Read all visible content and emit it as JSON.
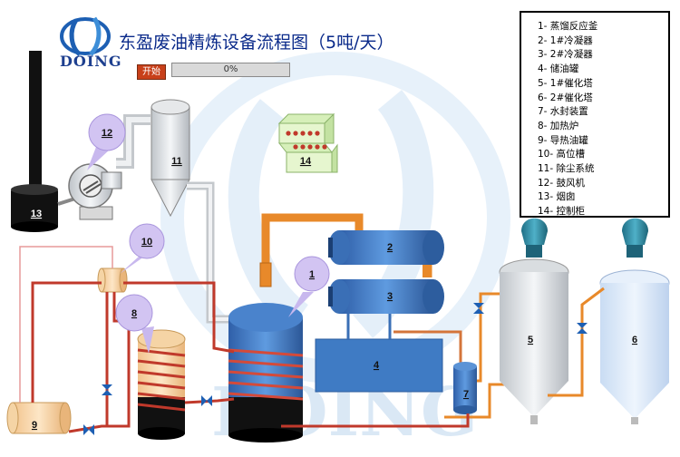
{
  "header": {
    "title": "东盈废油精炼设备流程图（5吨/天）",
    "logo_text": "DOING",
    "start_label": "开始",
    "progress": {
      "value": 0,
      "label": "0%"
    }
  },
  "watermark": {
    "text": "DOING"
  },
  "legend": {
    "items": [
      "1- 蒸馏反应釜",
      "2- 1#冷凝器",
      "3- 2#冷凝器",
      "4- 储油罐",
      "5- 1#催化塔",
      "6- 2#催化塔",
      "7- 水封装置",
      "8- 加热炉",
      "9- 导热油罐",
      "10- 高位槽",
      "11- 除尘系统",
      "12- 鼓风机",
      "13- 烟囱",
      "14- 控制柜"
    ]
  },
  "equipment_labels": {
    "reactor": "1",
    "condenser1": "2",
    "condenser2": "3",
    "oil_tank": "4",
    "catalytic_tower1": "5",
    "catalytic_tower2": "6",
    "water_seal": "7",
    "heating_furnace": "8",
    "thermal_oil_tank": "9",
    "high_tank": "10",
    "dust_removal": "11",
    "blower": "12",
    "chimney": "13",
    "control_cabinet": "14"
  },
  "colors": {
    "title": "#0a2a8a",
    "pipe_red": "#c0392b",
    "pipe_orange": "#e8892a",
    "vessel_blue": "#3f7bc4",
    "callout": "#c8b8ee",
    "watermark": "#d4e6f6"
  }
}
